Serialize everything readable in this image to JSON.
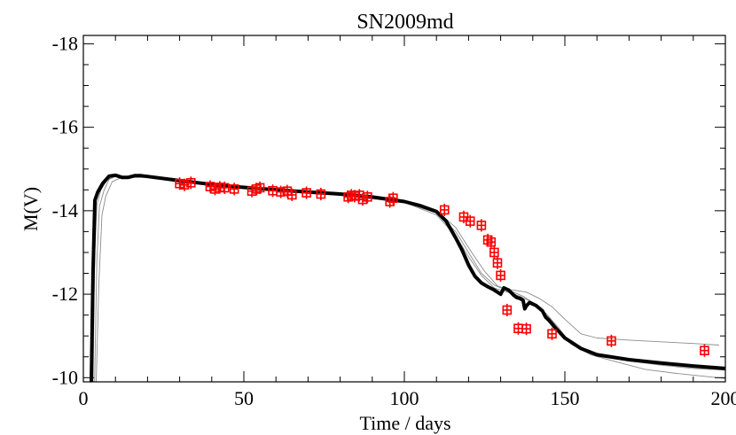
{
  "chart_data": {
    "type": "line",
    "title": "SN2009md",
    "xlabel": "Time / days",
    "ylabel": "M(V)",
    "xlim": [
      0,
      200
    ],
    "ylim": [
      -9.9,
      -18.2
    ],
    "y_inverted": true,
    "x_ticks": [
      {
        "value": 0,
        "label": "0"
      },
      {
        "value": 50,
        "label": "50"
      },
      {
        "value": 100,
        "label": "100"
      },
      {
        "value": 150,
        "label": "150"
      },
      {
        "value": 200,
        "label": "200"
      }
    ],
    "y_ticks": [
      {
        "value": -10,
        "label": "-10"
      },
      {
        "value": -12,
        "label": "-12"
      },
      {
        "value": -14,
        "label": "-14"
      },
      {
        "value": -16,
        "label": "-16"
      },
      {
        "value": -18,
        "label": "-18"
      }
    ],
    "colors": {
      "observed": "#ff0000",
      "best_model": "#000000",
      "other_models": "#8c8c8c"
    },
    "series": [
      {
        "kind": "points",
        "marker": "open-square-with-errorbars",
        "points": [
          {
            "x": 30.0,
            "y": -14.65,
            "yerr": 0.15,
            "xerr": 1.2
          },
          {
            "x": 31.5,
            "y": -14.62,
            "yerr": 0.15,
            "xerr": 1.2
          },
          {
            "x": 33.5,
            "y": -14.67,
            "yerr": 0.15,
            "xerr": 1.2
          },
          {
            "x": 39.5,
            "y": -14.58,
            "yerr": 0.15,
            "xerr": 1.2
          },
          {
            "x": 41.0,
            "y": -14.52,
            "yerr": 0.15,
            "xerr": 1.2
          },
          {
            "x": 42.5,
            "y": -14.56,
            "yerr": 0.15,
            "xerr": 1.2
          },
          {
            "x": 44.0,
            "y": -14.55,
            "yerr": 0.15,
            "xerr": 1.2
          },
          {
            "x": 47.0,
            "y": -14.52,
            "yerr": 0.15,
            "xerr": 1.2
          },
          {
            "x": 52.5,
            "y": -14.47,
            "yerr": 0.15,
            "xerr": 1.2
          },
          {
            "x": 54.0,
            "y": -14.52,
            "yerr": 0.15,
            "xerr": 1.2
          },
          {
            "x": 55.0,
            "y": -14.55,
            "yerr": 0.15,
            "xerr": 1.2
          },
          {
            "x": 59.0,
            "y": -14.48,
            "yerr": 0.15,
            "xerr": 1.2
          },
          {
            "x": 61.5,
            "y": -14.45,
            "yerr": 0.15,
            "xerr": 1.2
          },
          {
            "x": 63.5,
            "y": -14.47,
            "yerr": 0.15,
            "xerr": 1.2
          },
          {
            "x": 65.0,
            "y": -14.38,
            "yerr": 0.15,
            "xerr": 1.2
          },
          {
            "x": 69.5,
            "y": -14.43,
            "yerr": 0.15,
            "xerr": 1.2
          },
          {
            "x": 74.0,
            "y": -14.4,
            "yerr": 0.15,
            "xerr": 1.2
          },
          {
            "x": 82.5,
            "y": -14.33,
            "yerr": 0.15,
            "xerr": 1.2
          },
          {
            "x": 83.5,
            "y": -14.37,
            "yerr": 0.15,
            "xerr": 1.2
          },
          {
            "x": 84.5,
            "y": -14.35,
            "yerr": 0.15,
            "xerr": 1.2
          },
          {
            "x": 86.0,
            "y": -14.37,
            "yerr": 0.15,
            "xerr": 1.2
          },
          {
            "x": 87.0,
            "y": -14.27,
            "yerr": 0.15,
            "xerr": 1.2
          },
          {
            "x": 88.5,
            "y": -14.33,
            "yerr": 0.15,
            "xerr": 1.2
          },
          {
            "x": 95.5,
            "y": -14.22,
            "yerr": 0.15,
            "xerr": 1.2
          },
          {
            "x": 96.5,
            "y": -14.3,
            "yerr": 0.15,
            "xerr": 1.2
          },
          {
            "x": 112.5,
            "y": -14.02,
            "yerr": 0.15,
            "xerr": 1.2
          },
          {
            "x": 118.5,
            "y": -13.85,
            "yerr": 0.15,
            "xerr": 1.2
          },
          {
            "x": 120.5,
            "y": -13.75,
            "yerr": 0.15,
            "xerr": 1.2
          },
          {
            "x": 124.0,
            "y": -13.65,
            "yerr": 0.15,
            "xerr": 1.2
          },
          {
            "x": 126.0,
            "y": -13.3,
            "yerr": 0.15,
            "xerr": 1.2
          },
          {
            "x": 127.0,
            "y": -13.25,
            "yerr": 0.15,
            "xerr": 1.2
          },
          {
            "x": 128.0,
            "y": -13.0,
            "yerr": 0.15,
            "xerr": 1.2
          },
          {
            "x": 129.0,
            "y": -12.75,
            "yerr": 0.15,
            "xerr": 1.2
          },
          {
            "x": 130.0,
            "y": -12.45,
            "yerr": 0.15,
            "xerr": 1.2
          },
          {
            "x": 132.0,
            "y": -11.62,
            "yerr": 0.15,
            "xerr": 1.2
          },
          {
            "x": 135.5,
            "y": -11.18,
            "yerr": 0.15,
            "xerr": 1.2
          },
          {
            "x": 138.0,
            "y": -11.17,
            "yerr": 0.15,
            "xerr": 1.2
          },
          {
            "x": 146.0,
            "y": -11.05,
            "yerr": 0.15,
            "xerr": 1.2
          },
          {
            "x": 164.5,
            "y": -10.88,
            "yerr": 0.15,
            "xerr": 1.2
          },
          {
            "x": 193.5,
            "y": -10.65,
            "yerr": 0.15,
            "xerr": 1.2
          }
        ]
      },
      {
        "kind": "line",
        "role": "best_model",
        "x": [
          2.5,
          3.0,
          3.6,
          4.5,
          6.0,
          8.0,
          10.0,
          12.0,
          14.0,
          16.0,
          18.0,
          20.0,
          30.0,
          40.0,
          50.0,
          60.0,
          70.0,
          80.0,
          90.0,
          100.0,
          105.0,
          110.0,
          113.0,
          116.0,
          118.0,
          120.0,
          122.0,
          124.0,
          126.0,
          128.0,
          130.0,
          131.0,
          132.5,
          134.0,
          135.0,
          136.0,
          137.0,
          137.5,
          138.0,
          139.0,
          141.0,
          143.0,
          144.0,
          145.0,
          147.0,
          150.0,
          155.0,
          160.0,
          170.0,
          180.0,
          190.0,
          200.0
        ],
        "y": [
          -9.9,
          -12.5,
          -14.25,
          -14.45,
          -14.65,
          -14.83,
          -14.85,
          -14.8,
          -14.8,
          -14.84,
          -14.84,
          -14.82,
          -14.72,
          -14.63,
          -14.56,
          -14.5,
          -14.45,
          -14.4,
          -14.33,
          -14.22,
          -14.12,
          -13.98,
          -13.75,
          -13.35,
          -13.05,
          -12.7,
          -12.43,
          -12.27,
          -12.18,
          -12.1,
          -12.0,
          -12.15,
          -12.1,
          -11.98,
          -11.92,
          -11.9,
          -11.85,
          -11.65,
          -11.72,
          -11.8,
          -11.73,
          -11.6,
          -11.45,
          -11.38,
          -11.2,
          -10.95,
          -10.7,
          -10.55,
          -10.43,
          -10.35,
          -10.28,
          -10.22
        ]
      },
      {
        "kind": "line",
        "role": "other_model",
        "x": [
          3.5,
          4.2,
          5.0,
          6.5,
          8.0,
          10.0,
          14.0,
          20.0,
          40.0,
          60.0,
          80.0,
          100.0,
          110.0,
          116.0,
          120.0,
          124.0,
          128.0,
          131.0,
          134.0,
          138.0,
          142.0,
          146.0,
          150.0,
          155.0,
          160.0,
          170.0,
          180.0,
          190.0,
          198.0
        ],
        "y": [
          -9.9,
          -12.8,
          -14.1,
          -14.5,
          -14.75,
          -14.82,
          -14.8,
          -14.8,
          -14.6,
          -14.48,
          -14.37,
          -14.2,
          -13.95,
          -13.5,
          -13.0,
          -12.5,
          -12.22,
          -12.12,
          -12.1,
          -12.05,
          -11.9,
          -11.7,
          -11.4,
          -11.05,
          -10.95,
          -10.9,
          -10.86,
          -10.82,
          -10.78
        ]
      },
      {
        "kind": "line",
        "role": "other_model",
        "x": [
          4.0,
          4.8,
          5.8,
          7.0,
          9.0,
          12.0,
          20.0,
          40.0,
          60.0,
          80.0,
          100.0,
          110.0,
          116.0,
          120.0,
          124.0,
          128.0,
          132.0,
          136.0,
          140.0,
          144.0,
          148.0,
          152.0,
          158.0,
          165.0,
          175.0,
          185.0,
          195.0,
          200.0
        ],
        "y": [
          -9.9,
          -12.2,
          -13.9,
          -14.35,
          -14.7,
          -14.8,
          -14.8,
          -14.62,
          -14.5,
          -14.38,
          -14.2,
          -13.9,
          -13.4,
          -12.9,
          -12.45,
          -12.15,
          -12.05,
          -11.95,
          -11.8,
          -11.55,
          -11.2,
          -10.8,
          -10.55,
          -10.4,
          -10.2,
          -10.1,
          -10.02,
          -9.98
        ]
      },
      {
        "kind": "line",
        "role": "other_model",
        "x": [
          3.0,
          3.5,
          4.2,
          5.5,
          7.5,
          10.0,
          20.0,
          40.0,
          60.0,
          80.0,
          100.0,
          110.0,
          116.0,
          121.0,
          125.0,
          129.0,
          133.0,
          137.0,
          141.0,
          145.0,
          149.0,
          154.0,
          160.0,
          170.0,
          180.0,
          190.0,
          200.0
        ],
        "y": [
          -9.9,
          -12.9,
          -14.15,
          -14.5,
          -14.75,
          -14.83,
          -14.8,
          -14.64,
          -14.52,
          -14.4,
          -14.22,
          -14.0,
          -13.6,
          -13.0,
          -12.55,
          -12.2,
          -12.08,
          -11.95,
          -11.75,
          -11.45,
          -11.05,
          -10.75,
          -10.55,
          -10.4,
          -10.3,
          -10.22,
          -10.18
        ]
      }
    ]
  }
}
